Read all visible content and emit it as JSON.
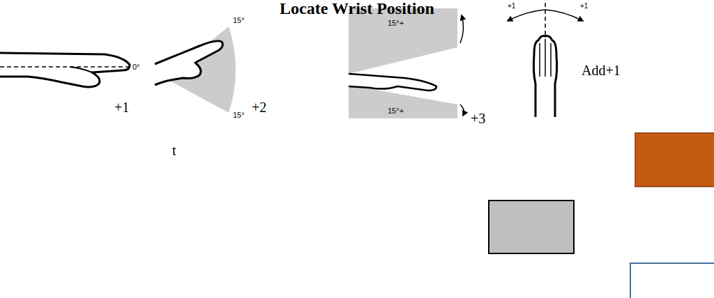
{
  "diagram": {
    "title": "Locate Wrist Position",
    "labels": [
      "0°",
      "+1",
      "15°",
      "15°",
      "+2",
      "15°+",
      "15°+",
      "+3",
      "+1",
      "+1",
      "Add+1",
      "t"
    ]
  }
}
